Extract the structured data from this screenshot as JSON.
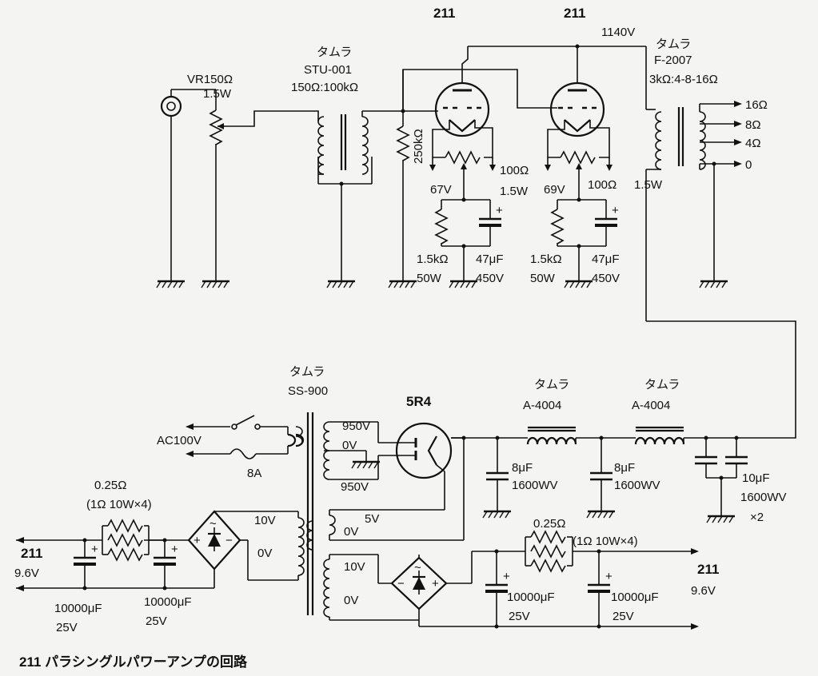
{
  "caption": "211 パラシングルパワーアンプの回路",
  "tubes": {
    "v1": "211",
    "v2": "211",
    "rect": "5R4"
  },
  "b_plus": "1140V",
  "input": {
    "vr_value": "VR150Ω",
    "vr_power": "1.5W"
  },
  "input_trans": {
    "maker": "タムラ",
    "model": "STU-001",
    "ratio": "150Ω:100kΩ"
  },
  "grid_res": "250kΩ",
  "hum_pot1": {
    "value": "100Ω",
    "power": "1.5W"
  },
  "hum_pot2": {
    "value": "100Ω",
    "power": "1.5W"
  },
  "bias1": {
    "volt": "67V",
    "r_value": "1.5kΩ",
    "r_power": "50W",
    "c_value": "47μF",
    "c_volt": "450V"
  },
  "bias2": {
    "volt": "69V",
    "r_value": "1.5kΩ",
    "r_power": "50W",
    "c_value": "47μF",
    "c_volt": "450V"
  },
  "plus_sign": "+",
  "minus_sign": "−",
  "tilde": "~",
  "output_trans": {
    "maker": "タムラ",
    "model": "F-2007",
    "ratio": "3kΩ:4-8-16Ω",
    "taps": [
      "16Ω",
      "8Ω",
      "4Ω",
      "0"
    ]
  },
  "power_trans": {
    "maker": "タムラ",
    "model": "SS-900",
    "hv_top": "950V",
    "hv_mid": "0V",
    "hv_bot": "950V",
    "fil5_0": "0V",
    "fil5_5": "5V",
    "h1_10": "10V",
    "h1_0": "0V",
    "h2_10": "10V",
    "h2_0": "0V"
  },
  "mains": {
    "voltage": "AC100V",
    "fuse": "8A"
  },
  "choke1": {
    "maker": "タムラ",
    "model": "A-4004"
  },
  "choke2": {
    "maker": "タムラ",
    "model": "A-4004"
  },
  "cap1": {
    "value": "8μF",
    "volt": "1600WV"
  },
  "cap2": {
    "value": "8μF",
    "volt": "1600WV"
  },
  "cap3": {
    "value": "10μF",
    "volt": "1600WV",
    "qty": "×2"
  },
  "heater_left": {
    "r_value": "0.25Ω",
    "r_spec": "(1Ω 10W×4)",
    "c1_value": "10000μF",
    "c1_volt": "25V",
    "c2_value": "10000μF",
    "c2_volt": "25V",
    "tube": "211",
    "volt": "9.6V"
  },
  "heater_right": {
    "r_value": "0.25Ω",
    "r_spec": "(1Ω 10W×4)",
    "c1_value": "10000μF",
    "c1_volt": "25V",
    "c2_value": "10000μF",
    "c2_volt": "25V",
    "tube": "211",
    "volt": "9.6V"
  }
}
